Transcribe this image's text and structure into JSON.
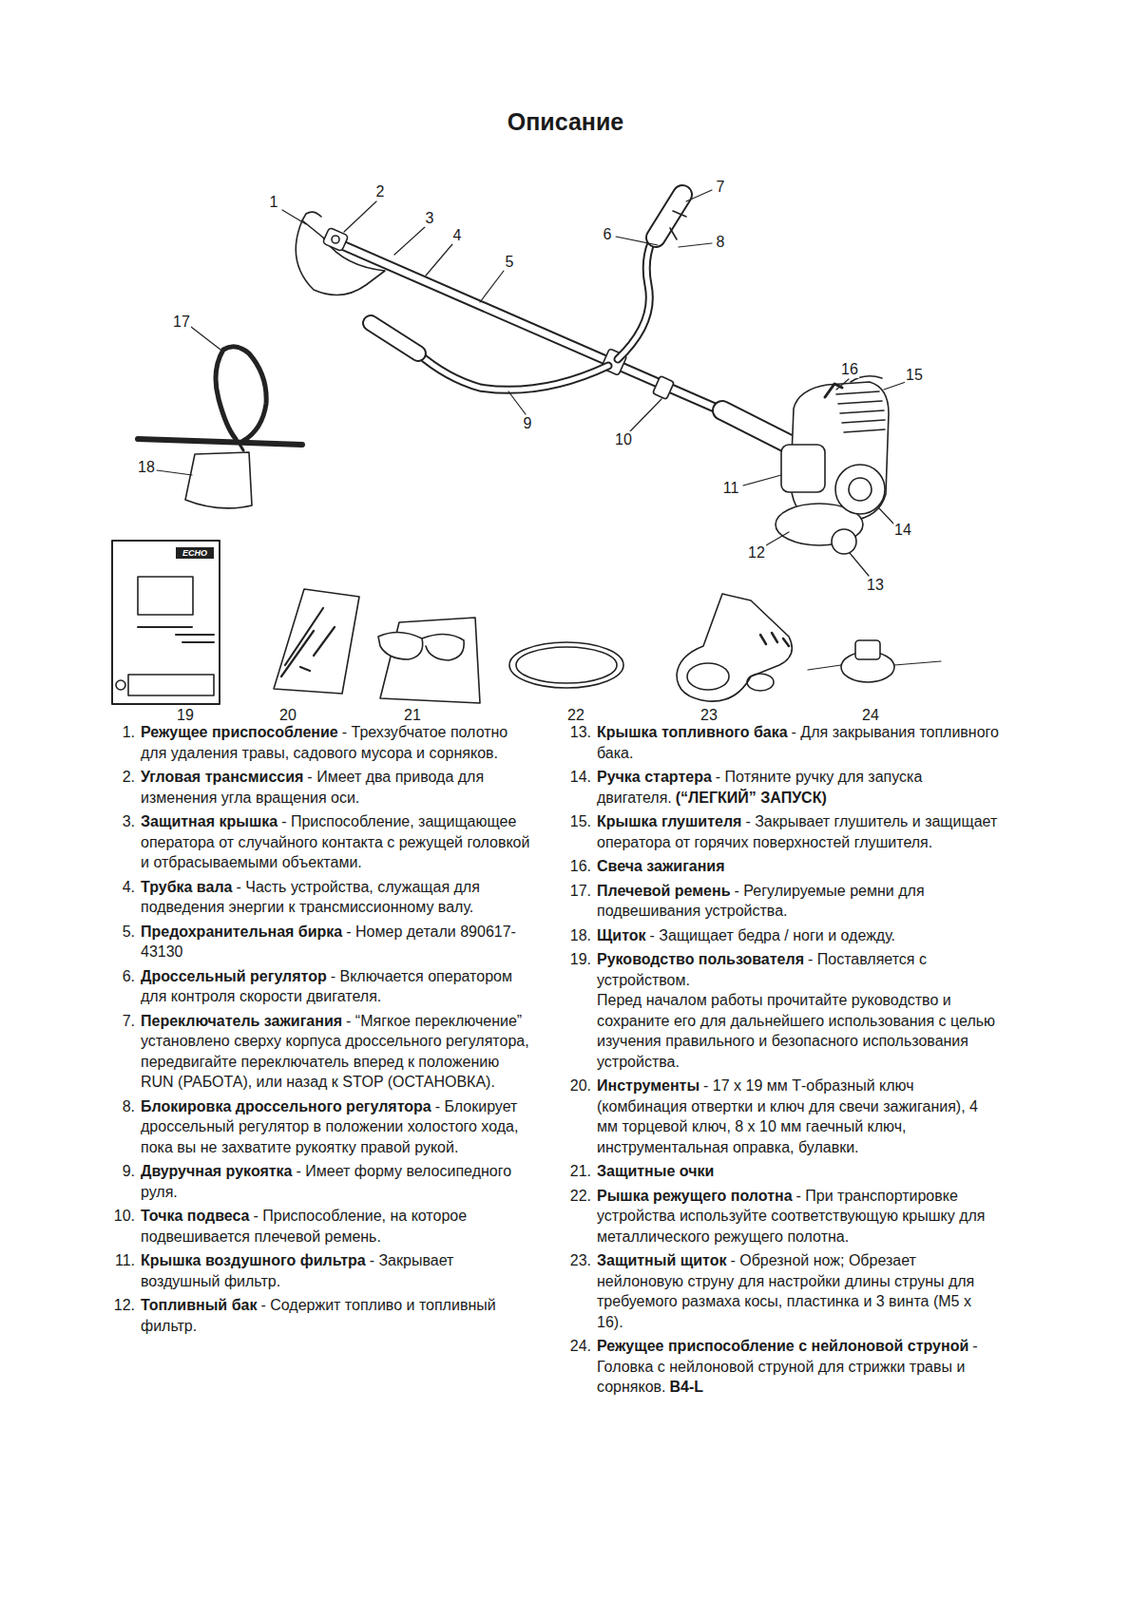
{
  "diagram": {
    "title": "Описание",
    "labels": [
      "1",
      "2",
      "3",
      "4",
      "5",
      "6",
      "7",
      "8",
      "9",
      "10",
      "11",
      "12",
      "13",
      "14",
      "15",
      "16",
      "17",
      "18",
      "19",
      "20",
      "21",
      "22",
      "23",
      "24",
      "ECHO",
      "1.",
      "Режущее приспособление",
      "- Трехзубчатое полотно для удаления травы, садового мусора и сорняков.",
      "2.",
      "Угловая трансмиссия",
      "- Имеет два привода для изменения угла вращения оси.",
      "3.",
      "Защитная крышка",
      "- Приспособление, защищающее оператора от случайного контакта с режущей головкой и отбрасываемыми объектами.",
      "4.",
      "Трубка вала",
      "- Часть устройства, служащая для подведения энергии к трансмиссионному валу.",
      "5.",
      "Предохранительная бирка",
      "- Номер детали 890617-43130",
      "6.",
      "Дроссельный регулятор",
      "- Включается оператором для контроля скорости двигателя.",
      "7.",
      "Переключатель зажигания",
      "- “Мягкое переключение” установлено сверху корпуса дроссельного регулятора, передвигайте переключатель вперед к положению RUN (РАБОТА), или назад к STOP (ОСТАНОВКА).",
      "8.",
      "Блокировка дроссельного регулятора",
      "- Блокирует дроссельный регулятор в положении холостого хода, пока вы не захватите рукоятку правой рукой.",
      "9.",
      "Двуручная рукоятка",
      "- Имеет форму велосипедного руля.",
      "10.",
      "Точка подвеса",
      "- Приспособление, на которое подвешивается плечевой ремень.",
      "11.",
      "Крышка воздушного фильтра",
      "- Закрывает воздушный фильтр.",
      "12.",
      "Топливный бак",
      "- Содержит топливо и топливный фильтр.",
      "13.",
      "Крышка топливного бака",
      "- Для закрывания топливного бака.",
      "14.",
      "Ручка стартера",
      "- Потяните ручку для запуска двигателя.",
      "(“ЛЕГКИЙ” ЗАПУСК)",
      "15.",
      "Крышка глушителя",
      "- Закрывает глушитель и защищает оператора от горячих поверхностей глушителя.",
      "16.",
      "Свеча зажигания",
      "17.",
      "Плечевой ремень",
      "- Регулируемые ремни для подвешивания устройства.",
      "18.",
      "Щиток",
      "- Защищает бедра / ноги и одежду.",
      "19.",
      "Руководство пользователя",
      "- Поставляется с устройством.",
      "Перед началом работы прочитайте руководство и сохраните его для дальнейшего использования с целью изучения правильного и безопасного использования устройства.",
      "20.",
      "Инструменты",
      "- 17 x 19 мм Т-образный ключ (комбинация отвертки и ключ для свечи зажигания), 4 мм торцевой ключ, 8 x 10 мм гаечный ключ, инструментальная оправка, булавки.",
      "21.",
      "Защитные очки",
      "22.",
      "Рышка режущего полотна",
      "- При транспортировке устройства используйте соответствующую крышку для металлического режущего полотна.",
      "23.",
      "Защитный щиток",
      "- Обрезной нож; Обрезает нейлоновую струну для настройки длины струны для требуемого размаха косы, пластинка и 3 винта (M5 x 16).",
      "24.",
      "Режущее приспособление с нейлоновой струной",
      "- Головка с нейлоновой струной для стрижки травы и сорняков.",
      "B4-L"
    ]
  }
}
